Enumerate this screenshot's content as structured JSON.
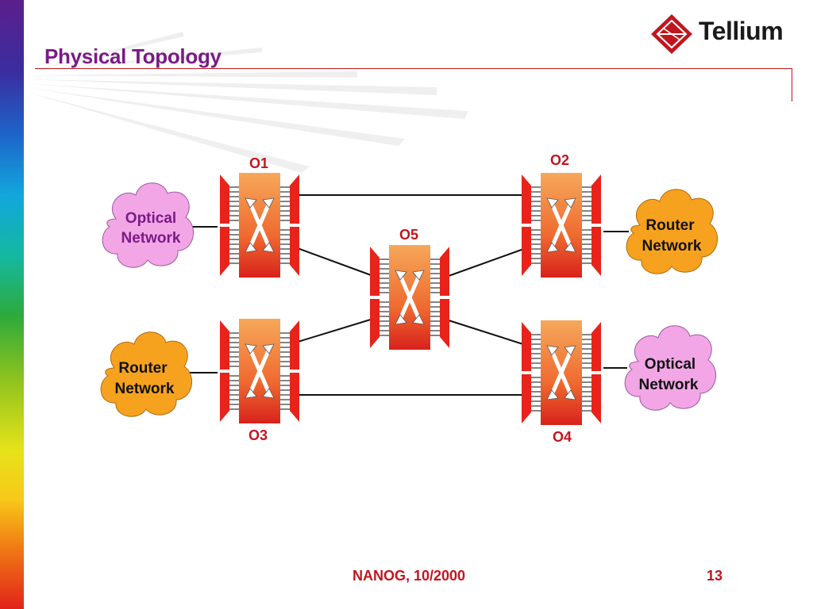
{
  "slide": {
    "title": "Physical Topology",
    "footer": "NANOG, 10/2000",
    "page_number": "13"
  },
  "logo": {
    "text": "Tellium",
    "brand_color": "#c0161e"
  },
  "diagram": {
    "switches": [
      {
        "label": "O1"
      },
      {
        "label": "O2"
      },
      {
        "label": "O3"
      },
      {
        "label": "O4"
      },
      {
        "label": "O5"
      }
    ],
    "clouds": [
      {
        "line1": "Optical",
        "line2": "Network",
        "color": "#f2a6e6"
      },
      {
        "line1": "Router",
        "line2": "Network",
        "color": "#f7a21e"
      },
      {
        "line1": "Router",
        "line2": "Network",
        "color": "#f7a21e"
      },
      {
        "line1": "Optical",
        "line2": "Network",
        "color": "#f2a6e6"
      }
    ],
    "switch_label_color": "#c0161e",
    "cloud_text_color": "#7a1b86"
  }
}
